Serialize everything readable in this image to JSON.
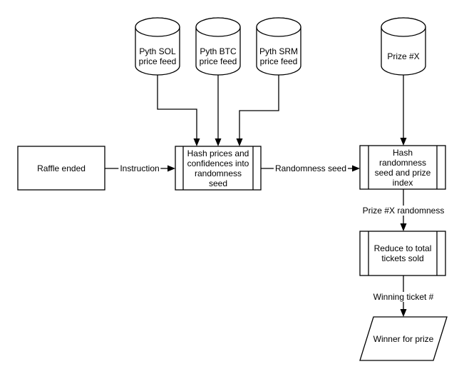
{
  "diagram": {
    "type": "flowchart",
    "colors": {
      "stroke": "#000000",
      "shape_fill": "#ffffff",
      "background": "#ffffff",
      "text": "#000000"
    },
    "nodes": {
      "pyth_sol": {
        "shape": "cylinder",
        "label": "Pyth SOL\nprice feed"
      },
      "pyth_btc": {
        "shape": "cylinder",
        "label": "Pyth BTC\nprice feed"
      },
      "pyth_srm": {
        "shape": "cylinder",
        "label": "Pyth SRM\nprice feed"
      },
      "prize_x": {
        "shape": "cylinder",
        "label": "Prize #X"
      },
      "raffle_ended": {
        "shape": "rectangle",
        "label": "Raffle ended"
      },
      "hash_prices": {
        "shape": "predefined-process",
        "label": "Hash prices and\nconfidences into\nrandomness\nseed"
      },
      "hash_randomness": {
        "shape": "predefined-process",
        "label": "Hash\nrandomness\nseed and prize\nindex"
      },
      "reduce_tickets": {
        "shape": "predefined-process",
        "label": "Reduce to total\ntickets sold"
      },
      "winner": {
        "shape": "parallelogram",
        "label": "Winner for prize"
      }
    },
    "edges": {
      "instruction": {
        "label": "Instruction",
        "from": "raffle_ended",
        "to": "hash_prices"
      },
      "randomness_seed": {
        "label": "Randomness seed",
        "from": "hash_prices",
        "to": "hash_randomness"
      },
      "prize_randomness": {
        "label": "Prize #X randomness",
        "from": "hash_randomness",
        "to": "reduce_tickets"
      },
      "winning_ticket": {
        "label": "Winning ticket #",
        "from": "reduce_tickets",
        "to": "winner"
      },
      "sol_to_hash": {
        "label": "",
        "from": "pyth_sol",
        "to": "hash_prices"
      },
      "btc_to_hash": {
        "label": "",
        "from": "pyth_btc",
        "to": "hash_prices"
      },
      "srm_to_hash": {
        "label": "",
        "from": "pyth_srm",
        "to": "hash_prices"
      },
      "prize_to_hash": {
        "label": "",
        "from": "prize_x",
        "to": "hash_randomness"
      }
    }
  }
}
